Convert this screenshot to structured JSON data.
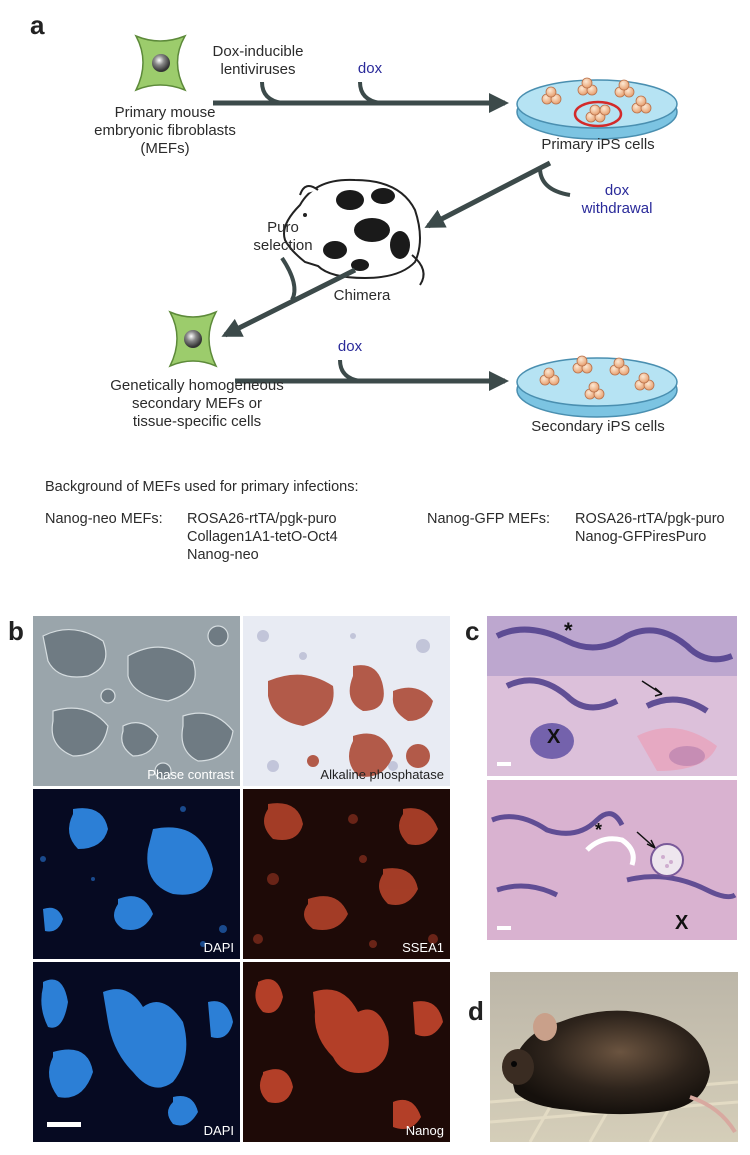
{
  "panels": {
    "a": "a",
    "b": "b",
    "c": "c",
    "d": "d"
  },
  "diagram": {
    "mefs_label": [
      "Primary mouse",
      "embryonic fibroblasts",
      "(MEFs)"
    ],
    "lenti_label": [
      "Dox-inducible",
      "lentiviruses"
    ],
    "dox_1": "dox",
    "primary_ips": "Primary iPS cells",
    "dox_withdrawal": [
      "dox",
      "withdrawal"
    ],
    "chimera": "Chimera",
    "puro": [
      "Puro",
      "selection"
    ],
    "secondary_mefs": [
      "Genetically homogeneous",
      "secondary MEFs or",
      "tissue-specific cells"
    ],
    "dox_2": "dox",
    "secondary_ips": "Secondary iPS cells"
  },
  "background": {
    "heading": "Background of MEFs used for primary infections:",
    "nanog_neo_title": "Nanog-neo MEFs:",
    "nanog_neo_lines": [
      "ROSA26-rtTA/pgk-puro",
      "Collagen1A1-tetO-Oct4",
      "Nanog-neo"
    ],
    "nanog_gfp_title": "Nanog-GFP MEFs:",
    "nanog_gfp_lines": [
      "ROSA26-rtTA/pgk-puro",
      "Nanog-GFPiresPuro"
    ]
  },
  "micrographs": {
    "phase": "Phase contrast",
    "alk": "Alkaline phosphatase",
    "dapi1": "DAPI",
    "ssea1": "SSEA1",
    "dapi2": "DAPI",
    "nanog": "Nanog"
  },
  "histology": {
    "star": "*",
    "x_mark": "X",
    "star2": "*",
    "x_mark2": "X"
  },
  "colors": {
    "arrow": "#3c4a4a",
    "dox_text": "#2a2a9a",
    "cell_green": "#9ccc6c",
    "dish_blue": "#9fd8ee"
  }
}
